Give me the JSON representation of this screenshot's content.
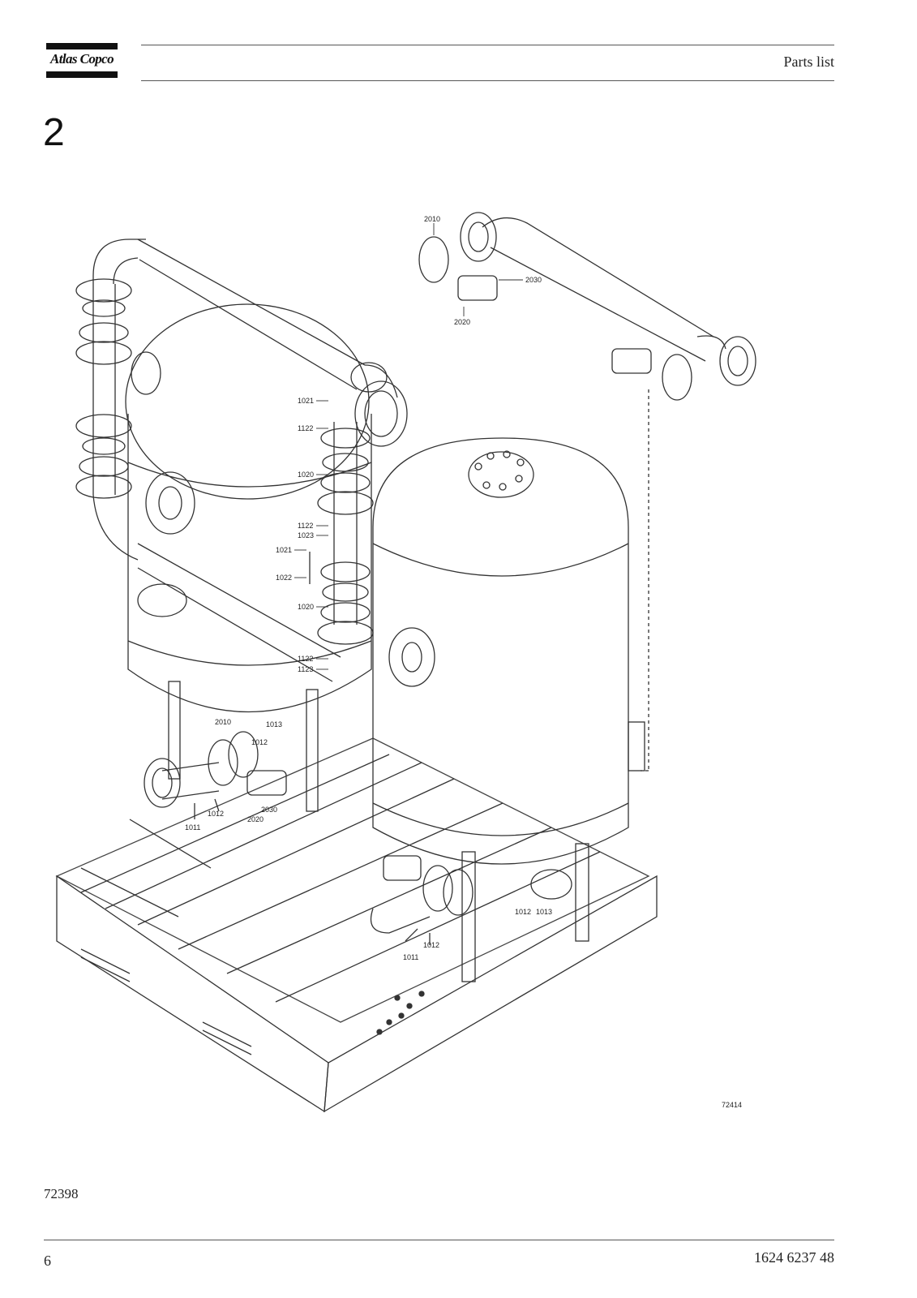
{
  "header": {
    "brand": "Atlas Copco",
    "label": "Parts list"
  },
  "section_number": "2",
  "figure": {
    "drawing_id": "72414",
    "callouts": {
      "c2010_top": "2010",
      "c2030_top": "2030",
      "c2020_top": "2020",
      "c1021_a": "1021",
      "c1122_a": "1122",
      "c1020_a": "1020",
      "c1122_b": "1122",
      "c1023": "1023",
      "c1021_b": "1021",
      "c1022": "1022",
      "c1020_b": "1020",
      "c1122_c": "1122",
      "c1123": "1123",
      "c2010_bot": "2010",
      "c1013_a": "1013",
      "c1012_a": "1012",
      "c1012_b": "1012",
      "c2030_bot": "2030",
      "c2020_bot": "2020",
      "c1011_a": "1011",
      "c1012_c": "1012",
      "c1013_b": "1013",
      "c1012_d": "1012",
      "c1011_b": "1011"
    }
  },
  "footer": {
    "figure_id": "72398",
    "page_number": "6",
    "document_number": "1624 6237 48"
  }
}
